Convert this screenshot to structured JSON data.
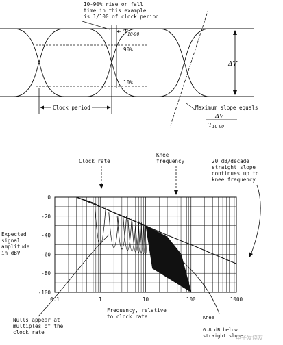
{
  "eye_diagram": {
    "annotation_rise": [
      "10-90% rise or fall",
      "time in this example",
      "is 1/100 of clock period"
    ],
    "t1090_symbol": "T",
    "t1090_sub": "10-90",
    "level_90": "90%",
    "level_10": "10%",
    "delta_v": "ΔV",
    "clock_period": "Clock period",
    "max_slope_line1": "Maximum slope equals",
    "max_slope_num": "ΔV",
    "max_slope_den": "T",
    "max_slope_den_sub": "10-90"
  },
  "spectrum": {
    "clock_rate": "Clock rate",
    "knee_label": [
      "Knee",
      "frequency"
    ],
    "slope_note": [
      "20 dB/decade",
      "straight slope",
      "continues up to",
      "knee frequency"
    ],
    "y_label": [
      "Expected",
      "signal",
      "amplitude",
      "in dBV"
    ],
    "x_label": [
      "Frequency, relative",
      "to clock rate"
    ],
    "nulls_note": [
      "Nulls appear at",
      "multiples of the",
      "clock rate"
    ],
    "knee_note": [
      "Knee",
      "6.8 dB below",
      "straight slope"
    ],
    "watermark": "电子发烧友"
  },
  "chart_data": {
    "type": "line",
    "title": "",
    "xlabel": "Frequency, relative to clock rate",
    "ylabel": "Expected signal amplitude in dBV",
    "x_scale": "log",
    "xlim": [
      0.1,
      1000
    ],
    "ylim": [
      -100,
      0
    ],
    "x_ticks": [
      "0.1",
      "1",
      "10",
      "100",
      "1000"
    ],
    "y_ticks": [
      "0",
      "-20",
      "-40",
      "-60",
      "-80",
      "-100"
    ],
    "y_tick_values": [
      0,
      -20,
      -40,
      -60,
      -80,
      -100
    ],
    "grid": true,
    "series": [
      {
        "x": [
          0.1,
          0.3,
          1,
          3,
          10,
          30,
          100,
          1000
        ],
        "y": [
          0,
          0,
          -10,
          -20,
          -30,
          -40,
          -50,
          -70
        ]
      },
      {
        "x": [
          0.3,
          0.7,
          1,
          2,
          5,
          10,
          30,
          60,
          100
        ],
        "y": [
          0,
          -6,
          -10,
          -16,
          -24,
          -30,
          -42,
          -60,
          -100
        ]
      }
    ],
    "nulls_at": [
      1,
      2,
      3,
      4,
      5,
      6,
      7,
      8,
      9,
      10
    ],
    "annotations": [
      {
        "x": 1,
        "text": "Clock rate"
      },
      {
        "x": 30,
        "text": "Knee frequency"
      }
    ]
  }
}
